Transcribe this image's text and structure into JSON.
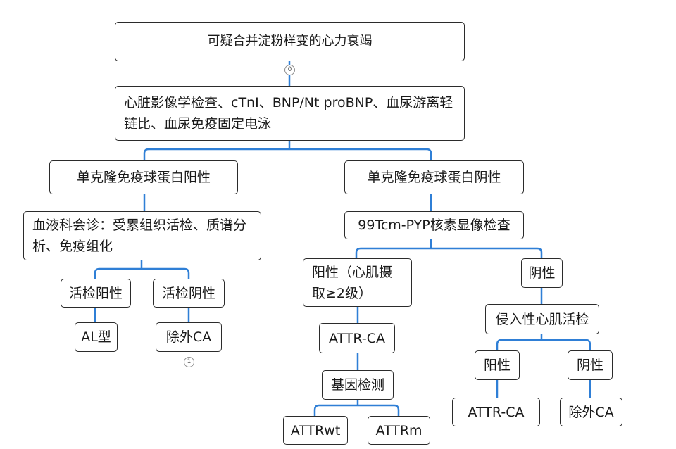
{
  "nodes": {
    "root": "可疑合并淀粉样变的心力衰竭",
    "tests": "心脏影像学检查、cTnI、BNP/Nt proBNP、血尿游离轻链比、血尿免疫固定电泳",
    "mono_pos": "单克隆免疫球蛋白阳性",
    "mono_neg": "单克隆免疫球蛋白阴性",
    "hematology": "血液科会诊：受累组织活检、质谱分析、免疫组化",
    "biopsy_pos": "活检阳性",
    "biopsy_neg": "活检阴性",
    "al_type": "AL型",
    "exclude_ca_left": "除外CA",
    "pyp": "99Tcm-PYP核素显像检查",
    "pyp_pos": "阳性（心肌摄取≥2级）",
    "pyp_neg": "阴性",
    "attr_ca_mid": "ATTR-CA",
    "gene_test": "基因检测",
    "attr_wt": "ATTRwt",
    "attr_m": "ATTRm",
    "invasive_biopsy": "侵入性心肌活检",
    "inv_pos": "阳性",
    "inv_neg": "阴性",
    "attr_ca_right": "ATTR-CA",
    "exclude_ca_right": "除外CA"
  },
  "badges": {
    "root_badge": "0",
    "exclude_badge": "1"
  },
  "colors": {
    "connector": "#2f7fd6",
    "border": "#2b2b2b"
  }
}
